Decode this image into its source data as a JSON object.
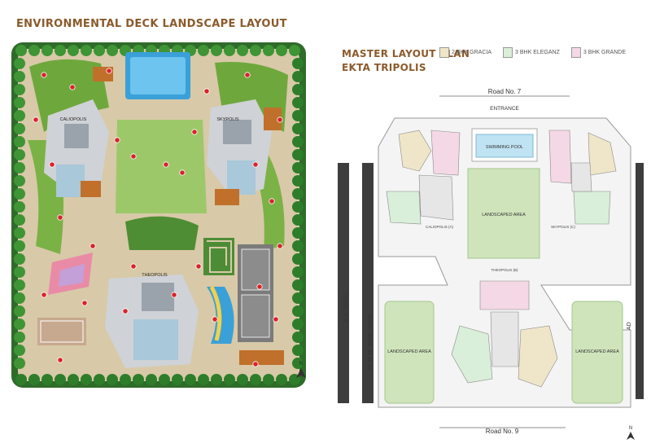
{
  "left_panel": {
    "title": "ENVIRONMENTAL DECK LANDSCAPE LAYOUT",
    "tower_labels": [
      "CALIOPOLIS",
      "SKYPOLIS",
      "THEOPOLIS"
    ],
    "north_label": "N"
  },
  "right_panel": {
    "title_line1": "MASTER LAYOUT PLAN",
    "title_line2": "EKTA TRIPOLIS",
    "legend": [
      {
        "label": "2 BHK GRACIA",
        "color": "#efe6c9"
      },
      {
        "label": "3 BHK ELEGANZ",
        "color": "#d9efd9"
      },
      {
        "label": "3 BHK GRANDE",
        "color": "#f5d8e6"
      }
    ],
    "road_top": "Road No. 7",
    "entrance": "ENTRANCE",
    "road_bottom": "Road No. 9",
    "road_left_outer": "S.V. ROAD",
    "road_left_inner": "18.30 M. WIDE ROAD",
    "road_right": "12.20 M. WIDE ROAD",
    "swimming_pool": "SWIMMING POOL",
    "landscaped_area": "LANDSCAPED AREA",
    "tower_caliopolis": "CALIOPOLIS (A)",
    "tower_skypolis": "SKYPOLIS (C)",
    "tower_theopolis": "THEOPOLIS (B)",
    "north_label": "N"
  }
}
